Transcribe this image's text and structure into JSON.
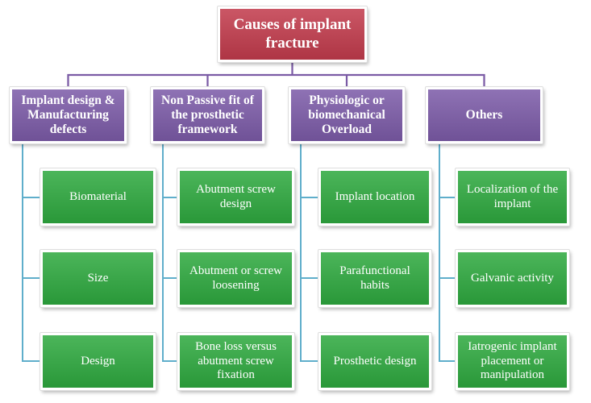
{
  "root": {
    "label": "Causes of implant\nfracture"
  },
  "columns": [
    {
      "label": "Implant design &\nManufacturing\ndefects",
      "children": [
        "Biomaterial",
        "Size",
        "Design"
      ]
    },
    {
      "label": "Non Passive fit of\nthe prosthetic\nframework",
      "children": [
        "Abutment screw\ndesign",
        "Abutment or screw\nloosening",
        "Bone loss versus\nabutment screw\nfixation"
      ]
    },
    {
      "label": "Physiologic or\nbiomechanical\nOverload",
      "children": [
        "Implant location",
        "Parafunctional\nhabits",
        "Prosthetic design"
      ]
    },
    {
      "label": "Others",
      "children": [
        "Localization of the\nimplant",
        "Galvanic activity",
        "Iatrogenic implant\nplacement or\nmanipulation"
      ]
    }
  ],
  "colors": {
    "root_box": "#C23B4C",
    "category_box": "#7C5BA8",
    "leaf_box": "#2EA93F",
    "connector_purple": "#7B5BA5",
    "connector_teal": "#5FAECB",
    "box_text": "#FFFFFF",
    "background": "#FFFFFF"
  }
}
